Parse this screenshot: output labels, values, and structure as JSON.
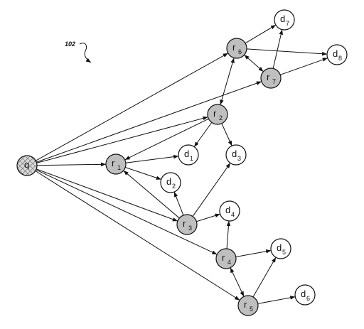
{
  "figure": {
    "ref_label": "102",
    "nodes": [
      {
        "id": "q",
        "letter": "q",
        "sub": "",
        "kind": "query"
      },
      {
        "id": "r1",
        "letter": "r",
        "sub": "1",
        "kind": "result"
      },
      {
        "id": "r2",
        "letter": "r",
        "sub": "2",
        "kind": "result"
      },
      {
        "id": "r3",
        "letter": "r",
        "sub": "3",
        "kind": "result"
      },
      {
        "id": "r4",
        "letter": "r",
        "sub": "4",
        "kind": "result"
      },
      {
        "id": "r5",
        "letter": "r",
        "sub": "5",
        "kind": "result"
      },
      {
        "id": "r6",
        "letter": "r",
        "sub": "6",
        "kind": "result"
      },
      {
        "id": "r7",
        "letter": "r",
        "sub": "7",
        "kind": "result"
      },
      {
        "id": "d1",
        "letter": "d",
        "sub": "1",
        "kind": "doc"
      },
      {
        "id": "d2",
        "letter": "d",
        "sub": "2",
        "kind": "doc"
      },
      {
        "id": "d3",
        "letter": "d",
        "sub": "3",
        "kind": "doc"
      },
      {
        "id": "d4",
        "letter": "d",
        "sub": "4",
        "kind": "doc"
      },
      {
        "id": "d5",
        "letter": "d",
        "sub": "5",
        "kind": "doc"
      },
      {
        "id": "d6",
        "letter": "d",
        "sub": "6",
        "kind": "doc"
      },
      {
        "id": "d7",
        "letter": "d",
        "sub": "7",
        "kind": "doc"
      },
      {
        "id": "d8",
        "letter": "d",
        "sub": "8",
        "kind": "doc"
      }
    ],
    "edges": [
      {
        "from": "q",
        "to": "r1",
        "dir": "forward"
      },
      {
        "from": "q",
        "to": "r2",
        "dir": "forward"
      },
      {
        "from": "q",
        "to": "r3",
        "dir": "forward"
      },
      {
        "from": "q",
        "to": "r4",
        "dir": "forward"
      },
      {
        "from": "q",
        "to": "r5",
        "dir": "forward"
      },
      {
        "from": "q",
        "to": "r6",
        "dir": "forward"
      },
      {
        "from": "q",
        "to": "r7",
        "dir": "forward"
      },
      {
        "from": "r2",
        "to": "r1",
        "dir": "forward"
      },
      {
        "from": "r2",
        "to": "d1",
        "dir": "forward"
      },
      {
        "from": "r2",
        "to": "d3",
        "dir": "forward"
      },
      {
        "from": "r1",
        "to": "d1",
        "dir": "forward"
      },
      {
        "from": "r1",
        "to": "d2",
        "dir": "forward"
      },
      {
        "from": "r3",
        "to": "r1",
        "dir": "forward"
      },
      {
        "from": "r3",
        "to": "d2",
        "dir": "forward"
      },
      {
        "from": "r3",
        "to": "d3",
        "dir": "forward"
      },
      {
        "from": "r3",
        "to": "d4",
        "dir": "forward"
      },
      {
        "from": "r4",
        "to": "d4",
        "dir": "forward"
      },
      {
        "from": "r4",
        "to": "d5",
        "dir": "forward"
      },
      {
        "from": "r4",
        "to": "r5",
        "dir": "both"
      },
      {
        "from": "r5",
        "to": "d5",
        "dir": "forward"
      },
      {
        "from": "r5",
        "to": "d6",
        "dir": "forward"
      },
      {
        "from": "r6",
        "to": "r2",
        "dir": "both"
      },
      {
        "from": "r6",
        "to": "r7",
        "dir": "both"
      },
      {
        "from": "r6",
        "to": "d7",
        "dir": "forward"
      },
      {
        "from": "r6",
        "to": "d8",
        "dir": "forward"
      },
      {
        "from": "r7",
        "to": "d7",
        "dir": "forward"
      },
      {
        "from": "r7",
        "to": "d8",
        "dir": "forward"
      }
    ]
  },
  "colors": {
    "stroke": "#111111",
    "result_fill": "#c8c8c8",
    "query_fill": "#d0d0d0",
    "doc_fill": "#ffffff"
  }
}
